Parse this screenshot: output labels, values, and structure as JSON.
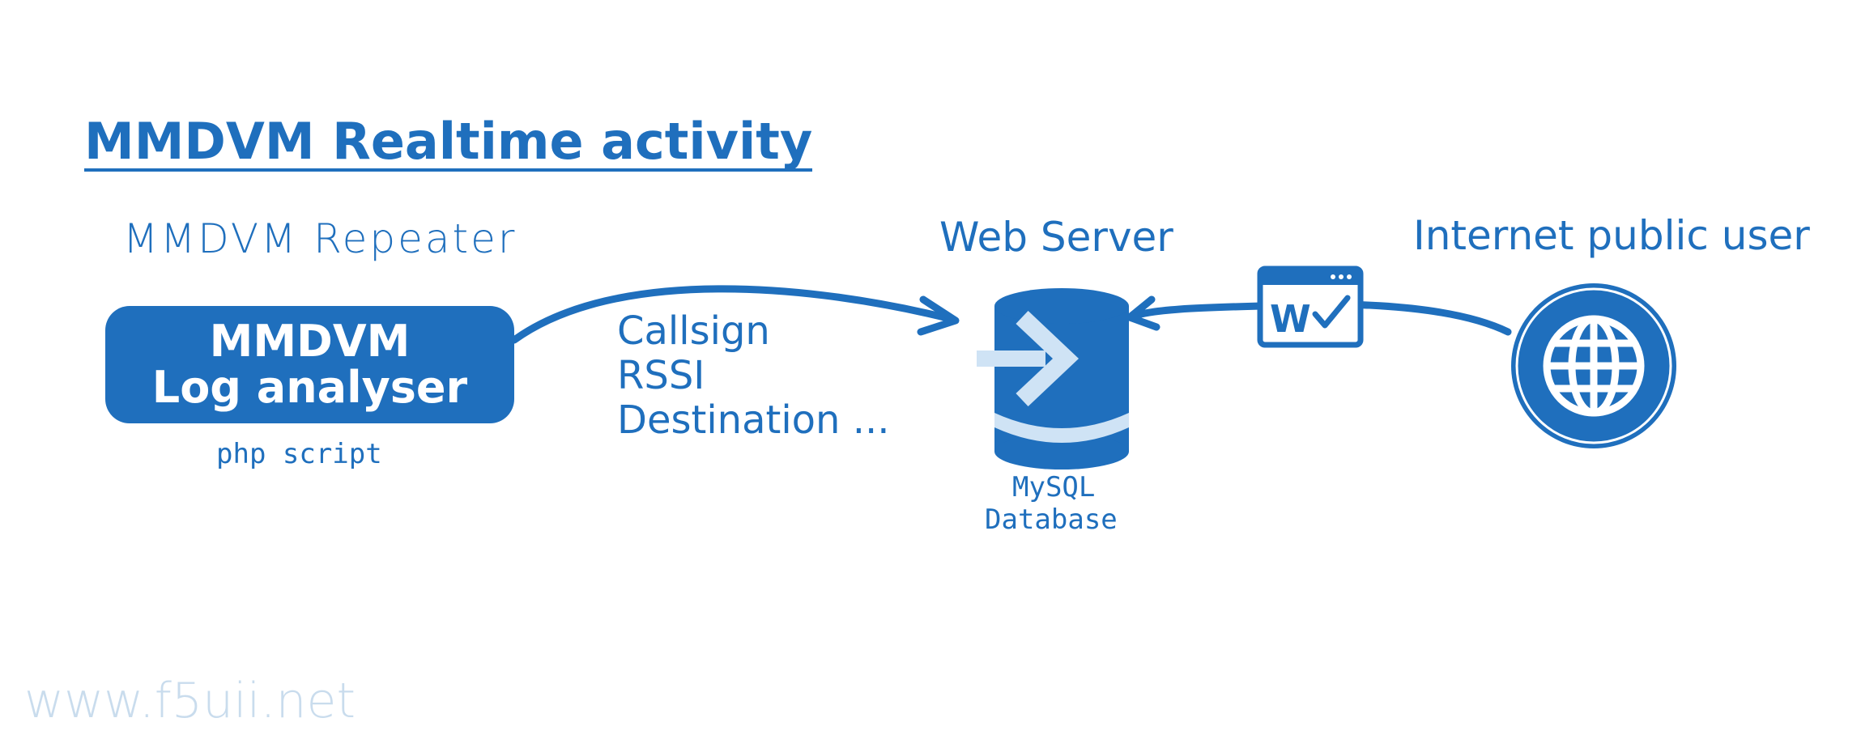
{
  "title": "MMDVM Realtime activity",
  "repeater": {
    "heading": "MMDVM Repeater",
    "box_line1": "MMDVM",
    "box_line2": "Log analyser",
    "caption": "php script"
  },
  "data_fields": [
    "Callsign",
    "RSSI",
    "Destination ..."
  ],
  "web_server": {
    "heading": "Web Server",
    "db_line1": "MySQL",
    "db_line2": "Database"
  },
  "browser_icon_letter": "W",
  "internet": {
    "heading": "Internet public user"
  },
  "footer": "www.f5uii.net",
  "colors": {
    "primary": "#1f6fbd",
    "light": "#cfe3f5",
    "watermark": "#c9dced"
  },
  "icons": [
    "database-icon",
    "arrow-right-icon",
    "browser-window-icon",
    "checkmark-icon",
    "globe-icon"
  ]
}
